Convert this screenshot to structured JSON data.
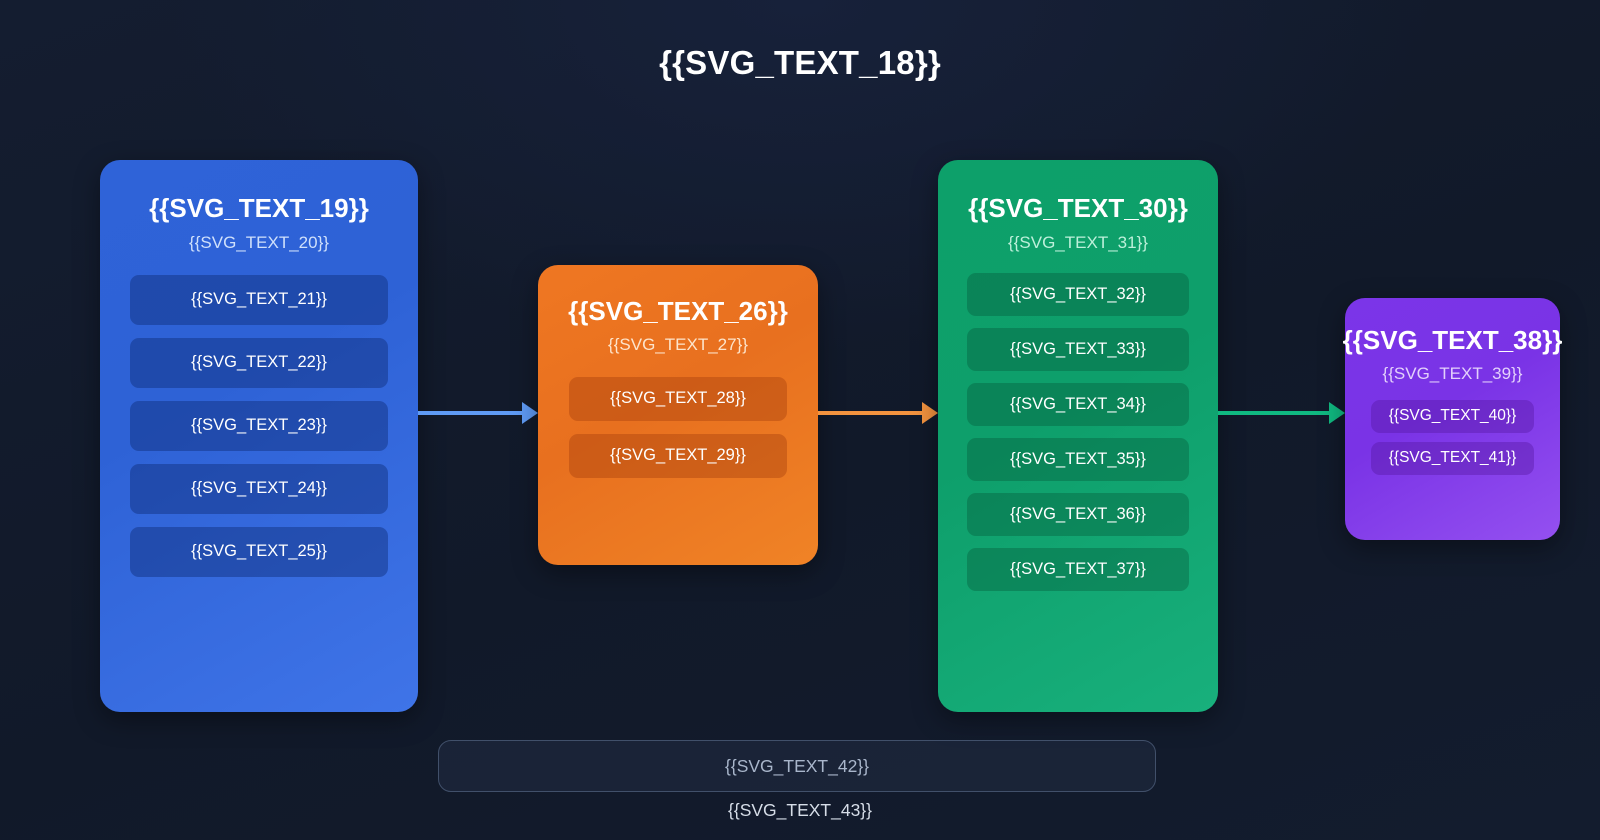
{
  "diagram": {
    "title": "{{SVG_TEXT_18}}",
    "type": "pipeline-flow",
    "background_color": "#131c2e",
    "stages": [
      {
        "id": "sources",
        "title": "{{SVG_TEXT_19}}",
        "subtitle": "{{SVG_TEXT_20}}",
        "accent_color": "#2f63d8",
        "items": [
          "{{SVG_TEXT_21}}",
          "{{SVG_TEXT_22}}",
          "{{SVG_TEXT_23}}",
          "{{SVG_TEXT_24}}",
          "{{SVG_TEXT_25}}"
        ]
      },
      {
        "id": "processing",
        "title": "{{SVG_TEXT_26}}",
        "subtitle": "{{SVG_TEXT_27}}",
        "accent_color": "#ef7722",
        "items": [
          "{{SVG_TEXT_28}}",
          "{{SVG_TEXT_29}}"
        ]
      },
      {
        "id": "analytics",
        "title": "{{SVG_TEXT_30}}",
        "subtitle": "{{SVG_TEXT_31}}",
        "accent_color": "#0da06a",
        "items": [
          "{{SVG_TEXT_32}}",
          "{{SVG_TEXT_33}}",
          "{{SVG_TEXT_34}}",
          "{{SVG_TEXT_35}}",
          "{{SVG_TEXT_36}}",
          "{{SVG_TEXT_37}}"
        ]
      },
      {
        "id": "delivery",
        "title": "{{SVG_TEXT_38}}",
        "subtitle": "{{SVG_TEXT_39}}",
        "accent_color": "#7b35e8",
        "items": [
          "{{SVG_TEXT_40}}",
          "{{SVG_TEXT_41}}"
        ]
      }
    ],
    "connectors": [
      {
        "id": "sources-processing",
        "color": "#5f9bf5"
      },
      {
        "id": "processing-analytics",
        "color": "#f3933f"
      },
      {
        "id": "analytics-delivery",
        "color": "#10b981"
      }
    ],
    "footer": {
      "banner_text": "{{SVG_TEXT_42}}",
      "caption": "{{SVG_TEXT_43}}"
    }
  }
}
